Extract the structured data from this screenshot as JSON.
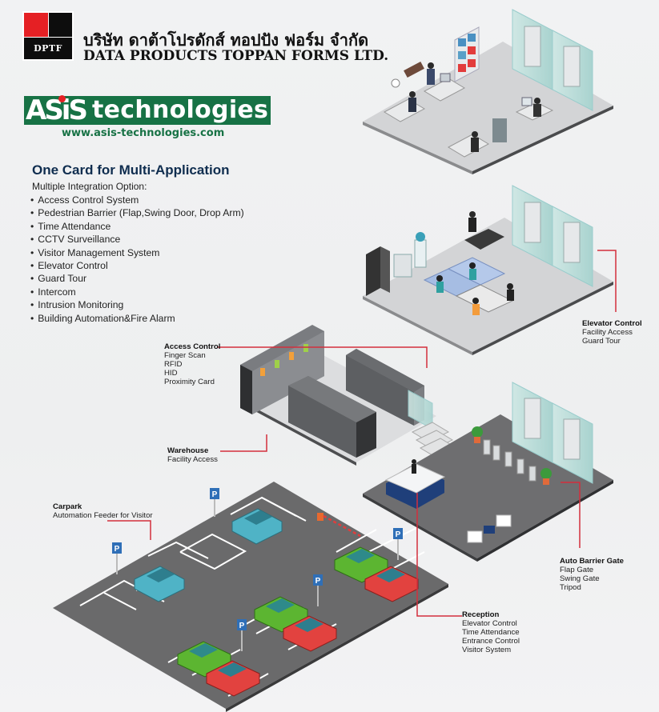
{
  "header": {
    "dptf_logo_text": "DPTF",
    "company_name_thai": "บริษัท ดาต้าโปรดักส์ ทอปปัง ฟอร์ม จำกัด",
    "company_name_en": "DATA PRODUCTS TOPPAN FORMS LTD.",
    "asis_logo_mark": "ASiS",
    "asis_logo_word": "technologies",
    "asis_url": "www.asis-technologies.com"
  },
  "features": {
    "title": "One Card for Multi-Application",
    "subtitle": "Multiple Integration Option:",
    "items": [
      "Access Control System",
      "Pedestrian Barrier (Flap,Swing Door, Drop Arm)",
      "Time Attendance",
      "CCTV Surveillance",
      "Visitor Management System",
      "Elevator Control",
      "Guard Tour",
      "Intercom",
      "Intrusion Monitoring",
      "Building Automation&Fire Alarm"
    ]
  },
  "callouts": {
    "access_control": {
      "title": "Access Control",
      "lines": [
        "Finger Scan",
        "RFID",
        "HID",
        "Proximity Card"
      ]
    },
    "warehouse": {
      "title": "Warehouse",
      "lines": [
        "Facility Access"
      ]
    },
    "elevator_control": {
      "title": "Elevator Control",
      "lines": [
        "Facility Access",
        "Guard Tour"
      ]
    },
    "carpark": {
      "title": "Carpark",
      "lines": [
        "Automation Feeder for Visitor"
      ]
    },
    "auto_barrier_gate": {
      "title": "Auto Barrier Gate",
      "lines": [
        "Flap Gate",
        "Swing Gate",
        "Tripod"
      ]
    },
    "reception": {
      "title": "Reception",
      "lines": [
        "Elevator Control",
        "Time Attendance",
        "Entrance Control",
        "Visitor System"
      ]
    }
  },
  "scene": {
    "zones": [
      "office-floor",
      "workstation-floor",
      "warehouse",
      "lobby",
      "carpark"
    ],
    "parking_sign_label": "P",
    "colors": {
      "accent_red": "#d32f3c",
      "brand_green": "#177245",
      "navy_title": "#0f2d4f",
      "floor_light": "#cfd0d2",
      "floor_dark": "#6e6e70",
      "asphalt": "#6a6a6b",
      "car_green": "#5cb531",
      "car_red": "#e2423f",
      "car_teal": "#4fb3c6",
      "glass": "#b9dcd8"
    }
  }
}
